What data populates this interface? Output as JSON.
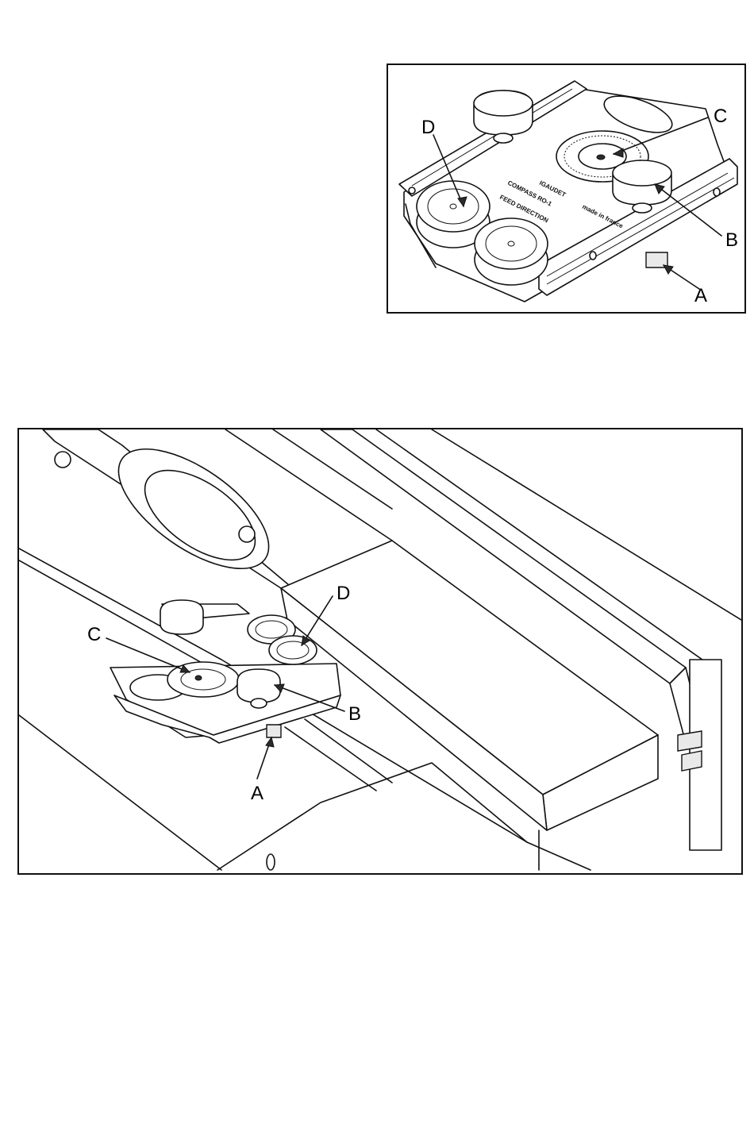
{
  "detail": {
    "labels": {
      "a": "A",
      "b": "B",
      "c": "C",
      "d": "D"
    },
    "plate_text": {
      "model": "COMPASS RO-1",
      "feed": "FEED DIRECTION",
      "logo": "IGAUDET",
      "origin": "made in france"
    }
  },
  "scene": {
    "labels": {
      "a": "A",
      "b": "B",
      "c": "C",
      "d": "D"
    }
  },
  "colors": {
    "line": "#111111",
    "background": "#ffffff"
  }
}
